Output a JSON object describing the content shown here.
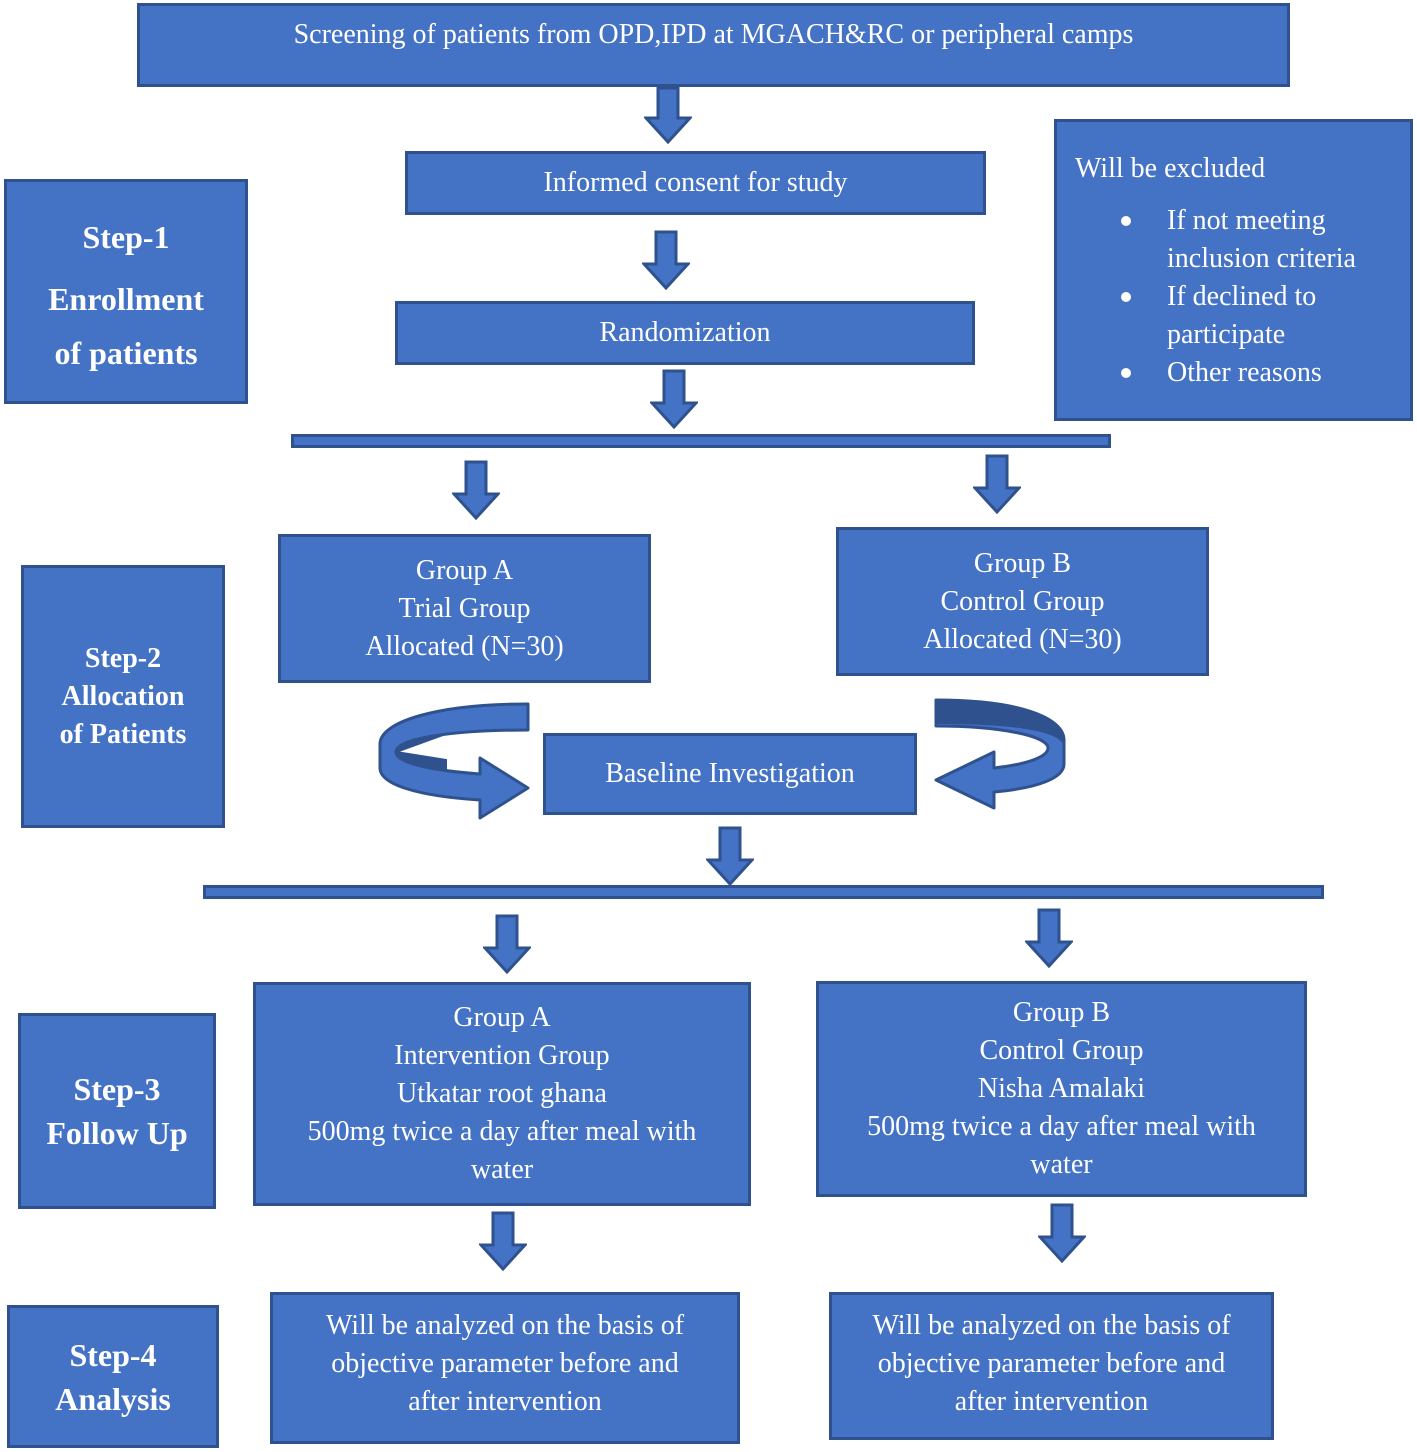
{
  "screening": "Screening of patients from OPD,IPD at MGACH&RC or peripheral camps",
  "consent": "Informed consent for study",
  "randomization": "Randomization",
  "exclusion": {
    "title": "Will be excluded",
    "items": [
      [
        "If not meeting",
        "inclusion criteria"
      ],
      [
        "If declined to",
        "participate"
      ],
      [
        "Other reasons"
      ]
    ]
  },
  "step1": {
    "line1": "Step-1",
    "line2": "Enrollment",
    "line3": "of patients"
  },
  "step2": {
    "line1": "Step-2",
    "line2": "Allocation",
    "line3": "of Patients"
  },
  "step3": {
    "line1": "Step-3",
    "line2": "Follow Up"
  },
  "step4": {
    "line1": "Step-4",
    "line2": "Analysis"
  },
  "allocation_a": [
    "Group A",
    "Trial Group",
    "Allocated (N=30)"
  ],
  "allocation_b": [
    "Group B",
    "Control Group",
    "Allocated (N=30)"
  ],
  "baseline": "Baseline Investigation",
  "followup_a": [
    "Group A",
    "Intervention Group",
    "Utkatar root ghana",
    "500mg twice a day after meal with",
    "water"
  ],
  "followup_b": [
    "Group B",
    "Control Group",
    "Nisha Amalaki",
    "500mg twice a day after meal with",
    "water"
  ],
  "analysis_a": [
    "Will be analyzed on the basis of",
    "objective parameter before and",
    "after intervention"
  ],
  "analysis_b": [
    "Will be analyzed on the basis of",
    "objective parameter before and",
    "after intervention"
  ],
  "colors": {
    "fill": "#4472c4",
    "border": "#2f528f",
    "text": "#ffffff",
    "curve_dark": "#2f528f"
  }
}
